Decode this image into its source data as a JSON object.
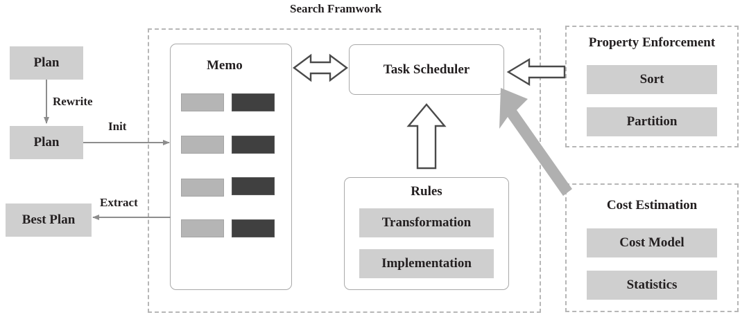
{
  "diagram": {
    "title": "Search Framwork",
    "left_flow": {
      "plan_top": "Plan",
      "plan_bottom": "Plan",
      "best_plan": "Best Plan",
      "edge_rewrite": "Rewrite",
      "edge_init": "Init",
      "edge_extract": "Extract"
    },
    "memo": {
      "title": "Memo",
      "rows": [
        {
          "light": "",
          "dark": ""
        },
        {
          "light": "",
          "dark": ""
        },
        {
          "light": "",
          "dark": ""
        },
        {
          "light": "",
          "dark": ""
        }
      ]
    },
    "task_scheduler": {
      "title": "Task Scheduler"
    },
    "rules": {
      "title": "Rules",
      "items": [
        "Transformation",
        "Implementation"
      ]
    },
    "property_enforcement": {
      "title": "Property Enforcement",
      "items": [
        "Sort",
        "Partition"
      ]
    },
    "cost_estimation": {
      "title": "Cost Estimation",
      "items": [
        "Cost Model",
        "Statistics"
      ]
    },
    "colors": {
      "gray_block": "#cfcfcf",
      "memo_light": "#b5b5b5",
      "memo_dark": "#404040",
      "dashed_border": "#b6b6b6",
      "solid_border": "#a8a8a8",
      "text": "#231f20",
      "thick_arrow": "#b0b0b0",
      "outline_arrow": "#4a4a4a",
      "thin_arrow": "#8d8d8d"
    }
  }
}
